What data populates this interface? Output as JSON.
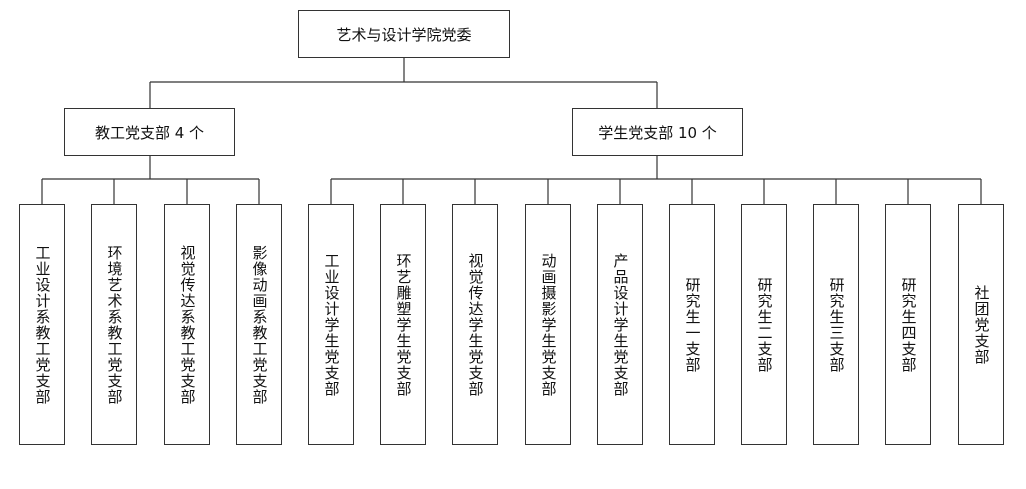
{
  "root": {
    "label": "艺术与设计学院党委"
  },
  "groups": [
    {
      "label": "教工党支部 4 个",
      "children": [
        "工业设计系教工党支部",
        "环境艺术系教工党支部",
        "视觉传达系教工党支部",
        "影像动画系教工党支部"
      ]
    },
    {
      "label": "学生党支部 10 个",
      "children": [
        "工业设计学生党支部",
        "环艺雕塑学生党支部",
        "视觉传达学生党支部",
        "动画摄影学生党支部",
        "产品设计学生党支部",
        "研究生一支部",
        "研究生二支部",
        "研究生三支部",
        "研究生四支部",
        "社团党支部"
      ]
    }
  ],
  "colors": {
    "line": "#333333",
    "border": "#333333",
    "text": "#111111"
  }
}
